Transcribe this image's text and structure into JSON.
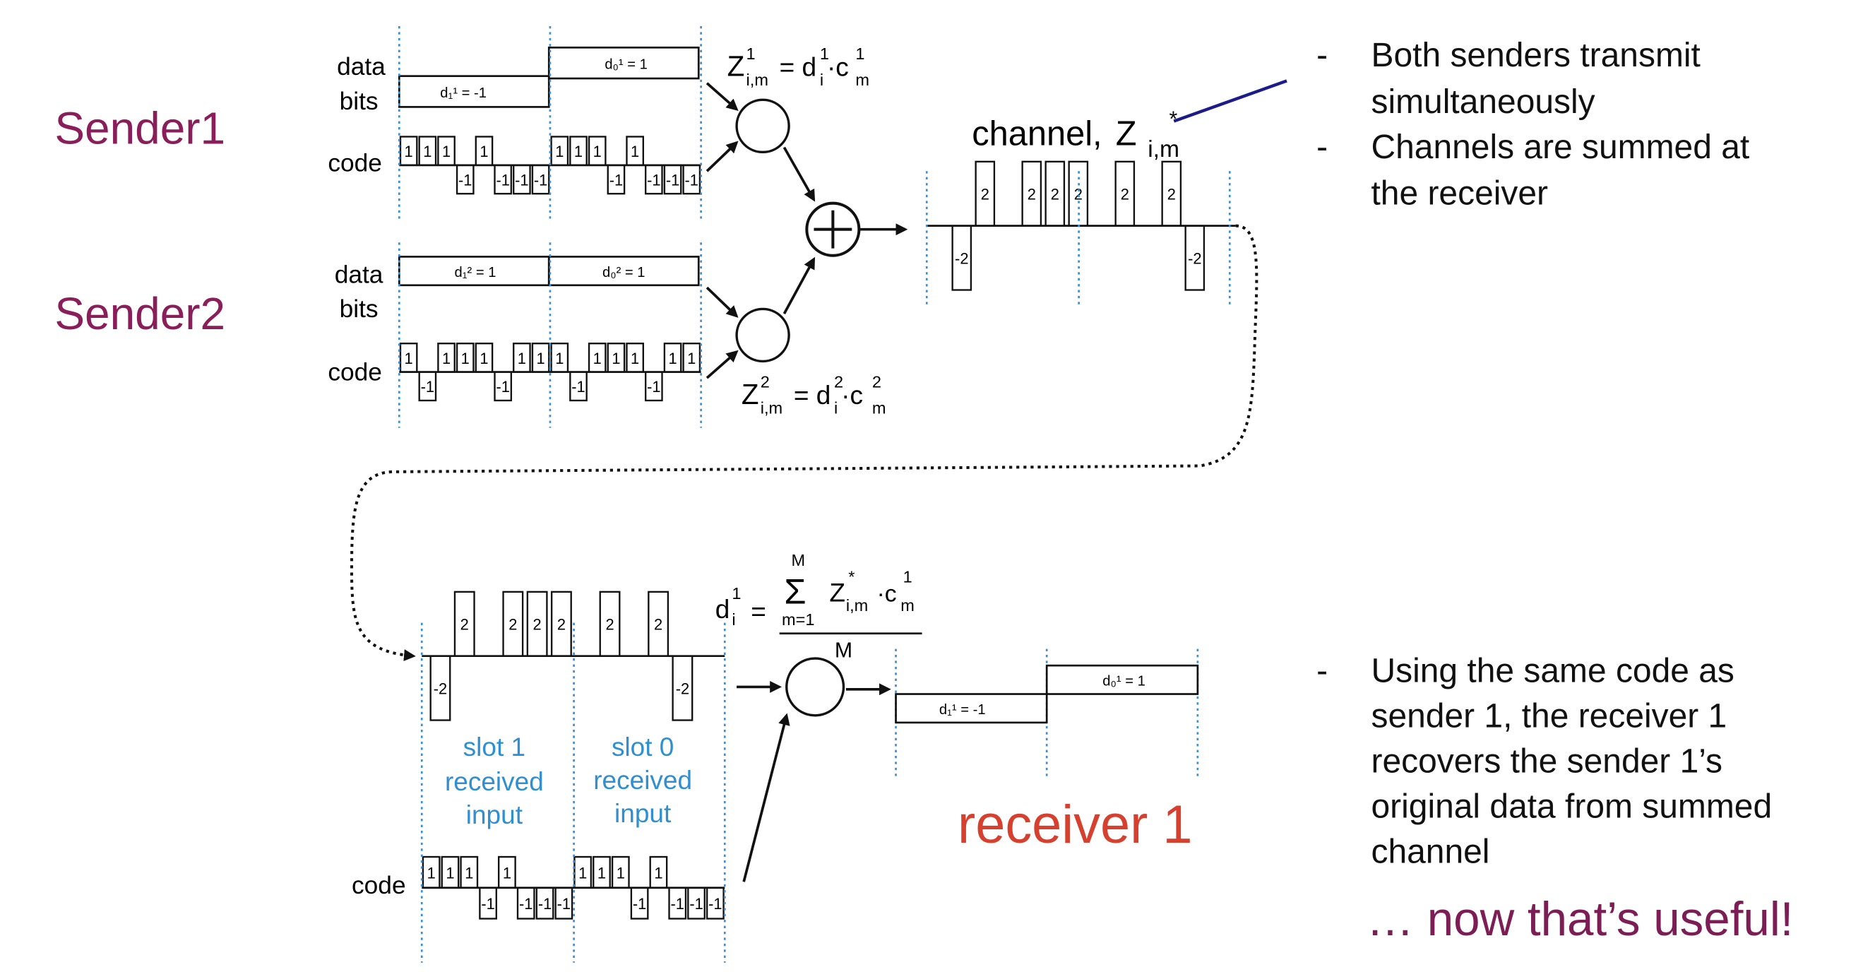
{
  "senders": {
    "sender1": "Sender1",
    "sender2": "Sender2"
  },
  "labels": {
    "data": "data",
    "bits": "bits",
    "code": "code",
    "channel": "channel,",
    "channel_z": "Z",
    "star": "*",
    "im": "i,m",
    "Mupper": "M",
    "Mlower": "M",
    "mEq": "m=1"
  },
  "bits": {
    "s1_slot1": "d₁¹ = -1",
    "s1_slot0": "d₀¹ = 1",
    "s2_slot1": "d₁² = 1",
    "s2_slot0": "d₀² = 1",
    "r_slot1": "d₁¹ = -1",
    "r_slot0": "d₀¹ = 1"
  },
  "slots": {
    "slot1": "slot 1",
    "slot0": "slot 0",
    "received": "received",
    "input": "input"
  },
  "codes": {
    "sender1": [
      1,
      1,
      1,
      -1,
      1,
      -1,
      -1,
      -1,
      1,
      1,
      1,
      -1,
      1,
      -1,
      -1,
      -1
    ],
    "sender2": [
      1,
      -1,
      1,
      1,
      1,
      -1,
      1,
      1,
      1,
      -1,
      1,
      1,
      1,
      -1,
      1,
      1
    ],
    "channel": [
      0,
      -2,
      2,
      0,
      2,
      2,
      2,
      0,
      2,
      0,
      2,
      -2,
      0
    ]
  },
  "bullets": {
    "b1_line1": "Both senders transmit",
    "b1_line2": "simultaneously",
    "b2_line1": "Channels are summed at",
    "b2_line2": "the receiver",
    "b3_line1": "Using the same code as",
    "b3_line2": "sender 1, the receiver 1",
    "b3_line3": "recovers the sender 1’s",
    "b3_line4": "original data from summed",
    "b3_line5": "channel",
    "dash": "-"
  },
  "receiver_label": "receiver 1",
  "footer": "… now that’s useful!",
  "colors": {
    "sender_text": "#8a1e5a",
    "receiver_text": "#d6402e",
    "slot_text": "#2f8fd0",
    "pointer_line": "#1b1b8a"
  }
}
